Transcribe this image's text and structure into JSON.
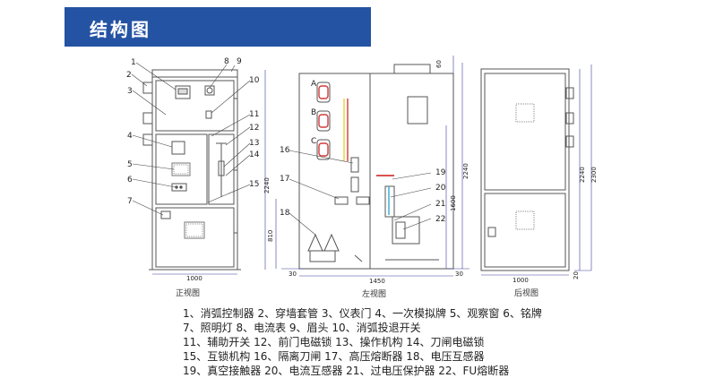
{
  "title": "结构图",
  "views": {
    "front": "正视图",
    "left": "左视图",
    "rear": "后视图"
  },
  "dimensions": {
    "front_width": "1000",
    "front_height": "2240",
    "left_width": "1450",
    "left_sub_1": "30",
    "left_sub_2": "30",
    "left_top": "60",
    "left_height_1": "2240",
    "left_height_2": "1600",
    "left_height_3": "810",
    "rear_width": "1000",
    "rear_height_1": "2240",
    "rear_height_2": "2300",
    "rear_bottom": "20"
  },
  "callouts": {
    "front": [
      "1",
      "2",
      "3",
      "4",
      "5",
      "6",
      "7",
      "8",
      "9",
      "10",
      "11",
      "12",
      "13",
      "14",
      "15"
    ],
    "left": [
      "16",
      "17",
      "18",
      "19",
      "20",
      "21",
      "22"
    ],
    "phases": [
      "A",
      "B",
      "C"
    ]
  },
  "legend": {
    "line1": "1、消弧控制器 2、穿墙套管 3、仪表门 4、一次模拟牌 5、观察窗 6、铭牌",
    "line2": "7、照明灯 8、电流表 9、眉头 10、消弧投退开关",
    "line3": "11、辅助开关 12、前门电磁锁 13、操作机构 14、刀闸电磁锁",
    "line4": "15、互锁机构 16、隔离刀闸 17、高压熔断器 18、电压互感器",
    "line5": "19、真空接触器 20、电流互感器 21、过电压保护器 22、FU熔断器"
  },
  "colors": {
    "title_bg": "#2553a3",
    "line": "#555555",
    "dim_line": "#3a3a9a",
    "accent_red": "#d43a3a",
    "accent_yellow": "#e6d23a",
    "accent_cyan": "#33aacc"
  }
}
